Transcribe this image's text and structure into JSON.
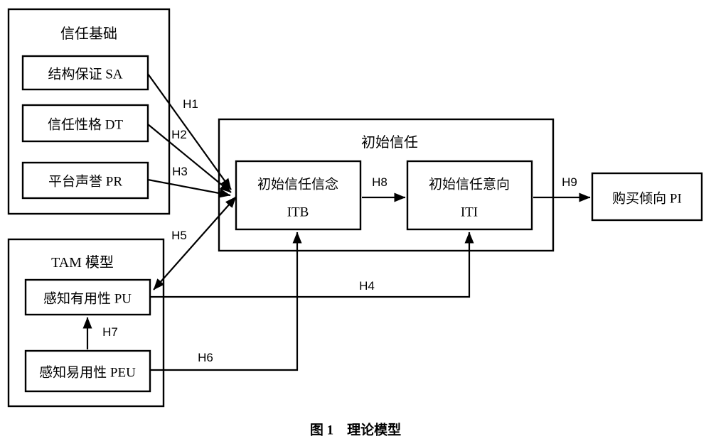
{
  "caption": "图 1　理论模型",
  "groups": {
    "trust_foundation": {
      "title": "信任基础",
      "items": [
        "结构保证 SA",
        "信任性格 DT",
        "平台声誉 PR"
      ]
    },
    "tam": {
      "title": "TAM 模型",
      "items": [
        "感知有用性 PU",
        "感知易用性 PEU"
      ]
    },
    "initial_trust": {
      "title": "初始信任",
      "itb": {
        "name": "初始信任信念",
        "abbr": "ITB"
      },
      "iti": {
        "name": "初始信任意向",
        "abbr": "ITI"
      }
    },
    "purchase_intention": {
      "label": "购买倾向 PI"
    }
  },
  "hypotheses": {
    "h1": "H1",
    "h2": "H2",
    "h3": "H3",
    "h4": "H4",
    "h5": "H5",
    "h6": "H6",
    "h7": "H7",
    "h8": "H8",
    "h9": "H9"
  },
  "edges": [
    {
      "label": "H1",
      "from": "结构保证 SA",
      "to": "初始信任信念 ITB"
    },
    {
      "label": "H2",
      "from": "信任性格 DT",
      "to": "初始信任信念 ITB"
    },
    {
      "label": "H3",
      "from": "平台声誉 PR",
      "to": "初始信任信念 ITB"
    },
    {
      "label": "H4",
      "from": "感知有用性 PU",
      "to": "初始信任意向 ITI"
    },
    {
      "label": "H5",
      "from": "初始信任信念 ITB",
      "to": "感知有用性 PU"
    },
    {
      "label": "H6",
      "from": "感知易用性 PEU",
      "to": "初始信任信念 ITB"
    },
    {
      "label": "H7",
      "from": "感知易用性 PEU",
      "to": "感知有用性 PU"
    },
    {
      "label": "H8",
      "from": "初始信任信念 ITB",
      "to": "初始信任意向 ITI"
    },
    {
      "label": "H9",
      "from": "初始信任意向 ITI",
      "to": "购买倾向 PI"
    }
  ],
  "colors": {
    "line": "#000000",
    "background": "#ffffff",
    "text": "#000000"
  }
}
